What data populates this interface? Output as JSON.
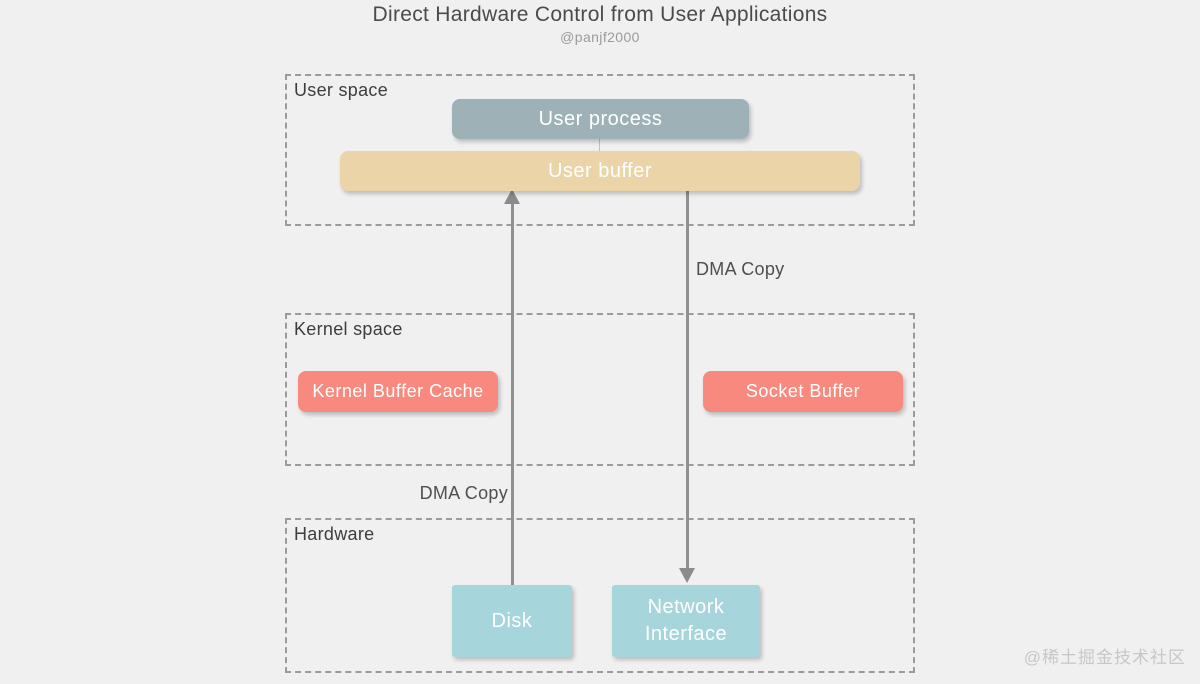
{
  "header": {
    "title": "Direct Hardware Control from User Applications",
    "author": "@panjf2000"
  },
  "watermark": "@稀土掘金技术社区",
  "regions": {
    "user_space": {
      "label": "User space"
    },
    "kernel_space": {
      "label": "Kernel space"
    },
    "hardware": {
      "label": "Hardware"
    }
  },
  "nodes": {
    "user_process": {
      "label": "User process",
      "color": "#9db1b7"
    },
    "user_buffer": {
      "label": "User buffer",
      "color": "#ebd4a8"
    },
    "kernel_buffer_cache": {
      "label": "Kernel Buffer Cache",
      "color": "#f8897f"
    },
    "socket_buffer": {
      "label": "Socket Buffer",
      "color": "#f8897f"
    },
    "disk": {
      "label": "Disk",
      "color": "#a6d6db"
    },
    "network_interface": {
      "label": "Network Interface",
      "color": "#a6d6db"
    }
  },
  "edges": {
    "disk_to_user_buffer": {
      "label": "DMA Copy",
      "direction": "up",
      "from": "Disk",
      "to": "User buffer"
    },
    "user_buffer_to_network_interface": {
      "label": "DMA Copy",
      "direction": "down",
      "from": "User buffer",
      "to": "Network Interface"
    }
  },
  "colors": {
    "background": "#f0f0f1",
    "dashed_border": "#9b9b9b",
    "arrow": "#8b8b8b",
    "title_text": "#4b4b4b",
    "subtitle_text": "#9b9b9b",
    "watermark_text": "#c7c7c7",
    "node_text": "#ffffff"
  }
}
